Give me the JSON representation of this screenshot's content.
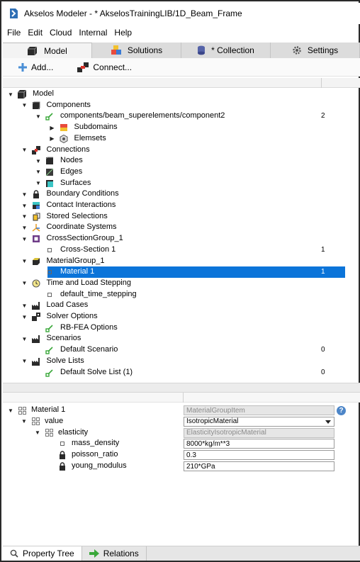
{
  "window": {
    "title": "Akselos Modeler - * AkselosTrainingLIB/1D_Beam_Frame"
  },
  "menu": [
    "File",
    "Edit",
    "Cloud",
    "Internal",
    "Help"
  ],
  "tabs": [
    {
      "label": "Model",
      "active": true
    },
    {
      "label": "Solutions",
      "active": false
    },
    {
      "label": "* Collection",
      "active": false
    },
    {
      "label": "Settings",
      "active": false
    }
  ],
  "toolbar": {
    "add_label": "Add...",
    "connect_label": "Connect..."
  },
  "tree": [
    {
      "label": "Model",
      "count": "",
      "icon": "model-cube-icon"
    },
    {
      "label": "Components",
      "count": "",
      "icon": "components-icon"
    },
    {
      "label": "components/beam_superelements/component2",
      "count": "2",
      "icon": "component-edit-icon"
    },
    {
      "label": "Subdomains",
      "count": "",
      "icon": "subdomains-icon"
    },
    {
      "label": "Elemsets",
      "count": "",
      "icon": "elemsets-icon"
    },
    {
      "label": "Connections",
      "count": "",
      "icon": "connections-icon"
    },
    {
      "label": "Nodes",
      "count": "",
      "icon": "nodes-icon"
    },
    {
      "label": "Edges",
      "count": "",
      "icon": "edges-icon"
    },
    {
      "label": "Surfaces",
      "count": "",
      "icon": "surfaces-icon"
    },
    {
      "label": "Boundary Conditions",
      "count": "",
      "icon": "lock-icon"
    },
    {
      "label": "Contact Interactions",
      "count": "",
      "icon": "contact-icon"
    },
    {
      "label": "Stored Selections",
      "count": "",
      "icon": "selections-icon"
    },
    {
      "label": "Coordinate Systems",
      "count": "",
      "icon": "axes-icon"
    },
    {
      "label": "CrossSectionGroup_1",
      "count": "",
      "icon": "cross-section-icon"
    },
    {
      "label": "Cross-Section 1",
      "count": "1",
      "icon": "square-icon"
    },
    {
      "label": "MaterialGroup_1",
      "count": "",
      "icon": "material-icon"
    },
    {
      "label": "Material 1",
      "count": "1",
      "icon": "square-icon",
      "selected": true
    },
    {
      "label": "Time and Load Stepping",
      "count": "",
      "icon": "clock-icon"
    },
    {
      "label": "default_time_stepping",
      "count": "",
      "icon": "square-icon"
    },
    {
      "label": "Load Cases",
      "count": "",
      "icon": "factory-icon"
    },
    {
      "label": "Solver Options",
      "count": "",
      "icon": "solver-icon"
    },
    {
      "label": "RB-FEA Options",
      "count": "",
      "icon": "component-edit-icon"
    },
    {
      "label": "Scenarios",
      "count": "",
      "icon": "factory-icon"
    },
    {
      "label": "Default Scenario",
      "count": "0",
      "icon": "component-edit-icon"
    },
    {
      "label": "Solve Lists",
      "count": "",
      "icon": "factory-icon"
    },
    {
      "label": "Default Solve List (1)",
      "count": "0",
      "icon": "component-edit-icon"
    }
  ],
  "properties": [
    {
      "label": "Material 1",
      "value": "MaterialGroupItem",
      "readonly": true,
      "help": "?"
    },
    {
      "label": "value",
      "value": "IsotropicMaterial",
      "dropdown": true
    },
    {
      "label": "elasticity",
      "value": "ElasticityIsotropicMaterial",
      "readonly": true
    },
    {
      "label": "mass_density",
      "value": "8000*kg/m**3"
    },
    {
      "label": "poisson_ratio",
      "value": "0.3"
    },
    {
      "label": "young_modulus",
      "value": "210*GPa"
    }
  ],
  "bottom_tabs": [
    {
      "label": "Property Tree",
      "active": true
    },
    {
      "label": "Relations",
      "active": false
    }
  ],
  "colors": {
    "selection": "#0b74d9",
    "accent_green": "#3aa83a"
  }
}
